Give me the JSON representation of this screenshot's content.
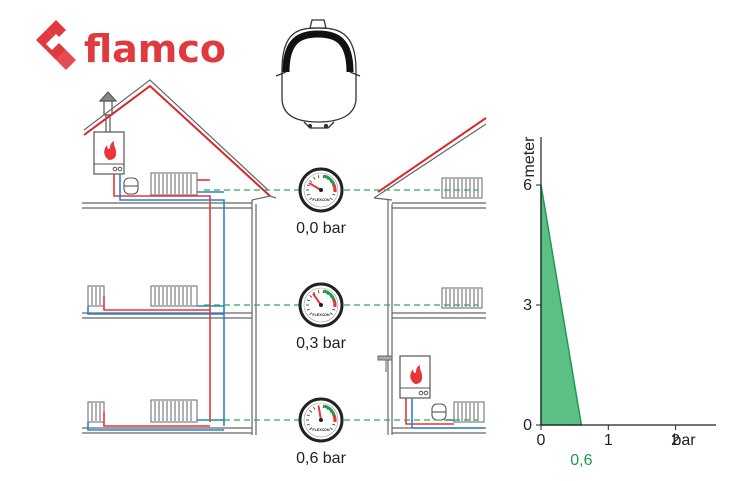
{
  "brand": {
    "name": "flamco",
    "color": "#e03a3e"
  },
  "colors": {
    "supply_pipe": "#e8353b",
    "return_pipe": "#2f82c8",
    "level_line": "#2eaa5c",
    "pressure_fill": "#5cbf86",
    "pressure_stroke": "#1f9b4c",
    "roof_red": "#d9262c",
    "wall": "#555555"
  },
  "gauges": [
    {
      "reading": "0,0 bar",
      "brand_text": "FLEXCON"
    },
    {
      "reading": "0,3 bar",
      "brand_text": "FLEXCON"
    },
    {
      "reading": "0,6 bar",
      "brand_text": "FLEXCON"
    }
  ],
  "chart_data": {
    "type": "area",
    "ylabel": "meter",
    "xlabel": "bar",
    "x_ticks": [
      "0",
      "1",
      "2"
    ],
    "y_ticks": [
      "0",
      "3",
      "6"
    ],
    "xlim": [
      0,
      2.6
    ],
    "ylim": [
      0,
      7.2
    ],
    "series": [
      {
        "x": [
          0,
          0,
          0.6
        ],
        "y": [
          0,
          6,
          0
        ]
      }
    ],
    "annotation": {
      "x": 0.6,
      "text": "0,6"
    }
  }
}
